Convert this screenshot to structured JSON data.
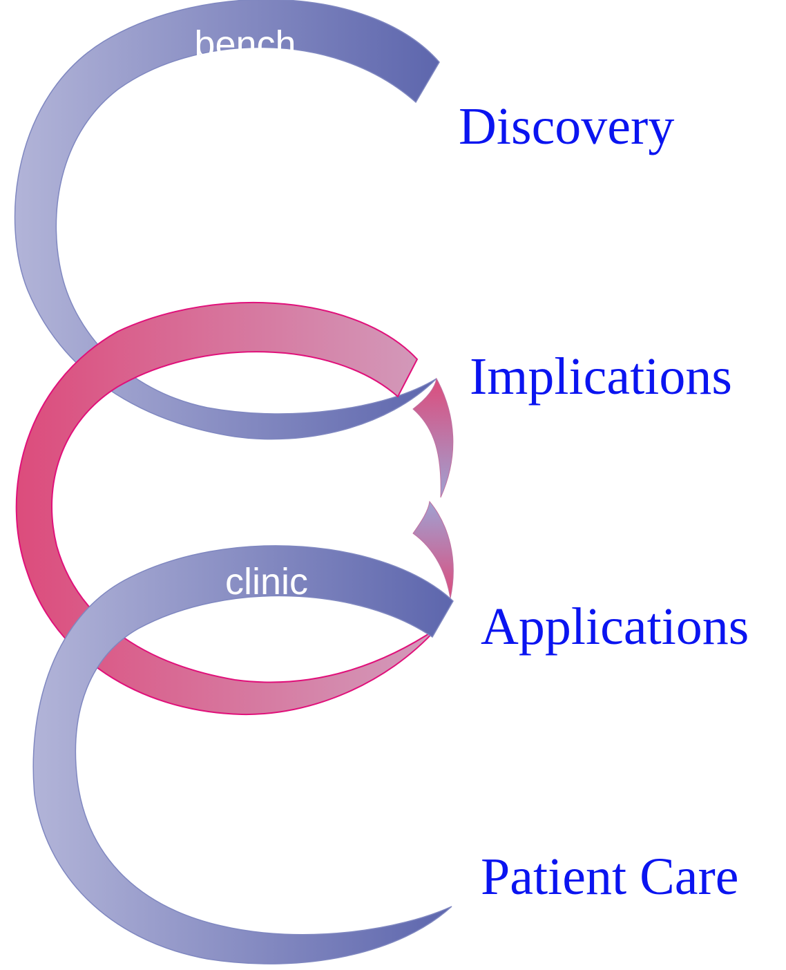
{
  "diagram": {
    "bands": [
      {
        "label": "bench",
        "color": "#6670b0"
      },
      {
        "label": "clinic",
        "color": "#6670b0"
      }
    ],
    "connector_color": "#dc4c7c",
    "stages": [
      {
        "label": "Discovery"
      },
      {
        "label": "Implications"
      },
      {
        "label": "Applications"
      },
      {
        "label": "Patient Care"
      }
    ],
    "stage_text_color": "#0a14f0"
  }
}
